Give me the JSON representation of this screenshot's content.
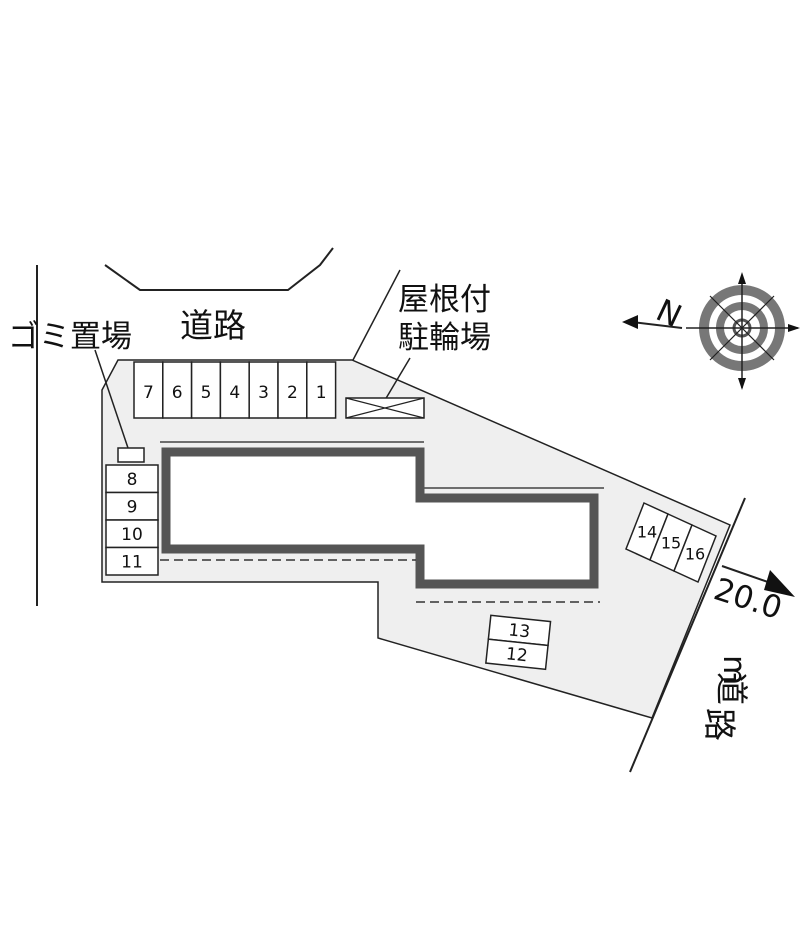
{
  "labels": {
    "garbage_area": "ゴミ置場",
    "road_top": "道路",
    "covered_bike_parking_line1": "屋根付",
    "covered_bike_parking_line2": "駐輪場",
    "road_width": "20.0",
    "road_width_unit": "m",
    "road_right_char1": "道",
    "road_right_char2": "路",
    "north_letter": "N"
  },
  "parking": {
    "top_row": [
      "7",
      "6",
      "5",
      "4",
      "3",
      "2",
      "1"
    ],
    "left_column": [
      "8",
      "9",
      "10",
      "11"
    ],
    "bottom": [
      "13",
      "12"
    ],
    "right_diagonal": [
      "14",
      "15",
      "16"
    ]
  },
  "colors": {
    "lot_fill": "#efefef",
    "building_wall": "#555555",
    "line": "#222222",
    "background": "#ffffff"
  },
  "icons": {
    "compass": "compass-rose-icon",
    "bike_parking": "cross-box-icon",
    "road_arrow": "arrow-right-icon"
  }
}
